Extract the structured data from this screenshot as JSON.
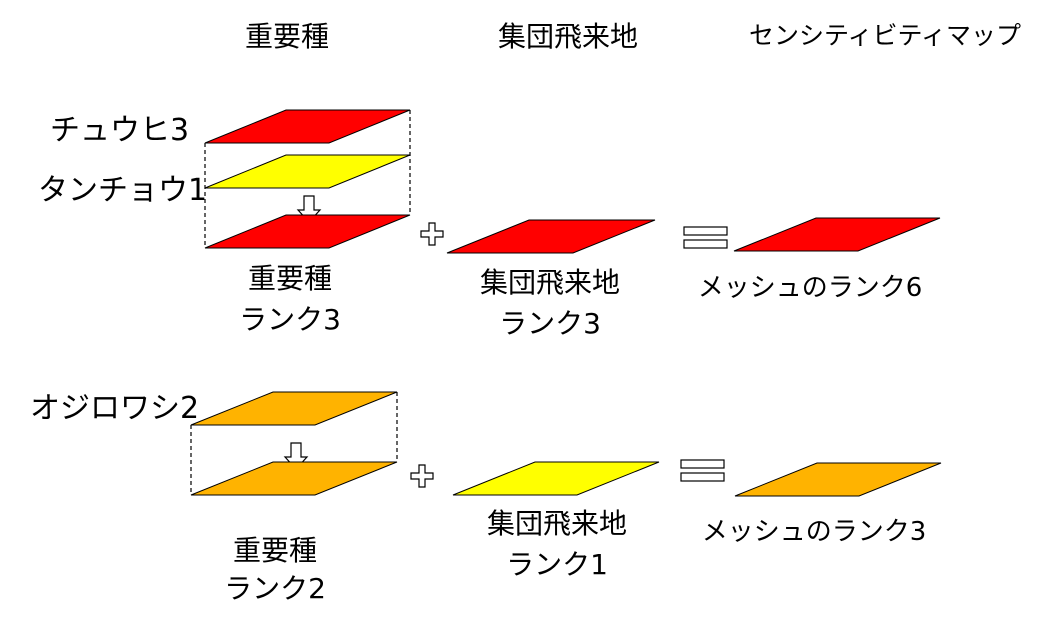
{
  "headers": {
    "species": "重要種",
    "flyway": "集団飛来地",
    "map": "センシティビティマップ"
  },
  "colors": {
    "red": "#ff0000",
    "yellow": "#ffff00",
    "orange": "#ffb300",
    "outline": "#000000"
  },
  "row1": {
    "layer_top_label": "チュウヒ3",
    "layer_mid_label": "タンチョウ1",
    "species_rank_line1": "重要種",
    "species_rank_line2": "ランク3",
    "flyway_rank_line1": "集団飛来地",
    "flyway_rank_line2": "ランク3",
    "result_label": "メッシュのランク6"
  },
  "row2": {
    "layer_top_label": "オジロワシ2",
    "species_rank_line1": "重要種",
    "species_rank_line2": "ランク2",
    "flyway_rank_line1": "集団飛来地",
    "flyway_rank_line2": "ランク1",
    "result_label": "メッシュのランク3"
  }
}
